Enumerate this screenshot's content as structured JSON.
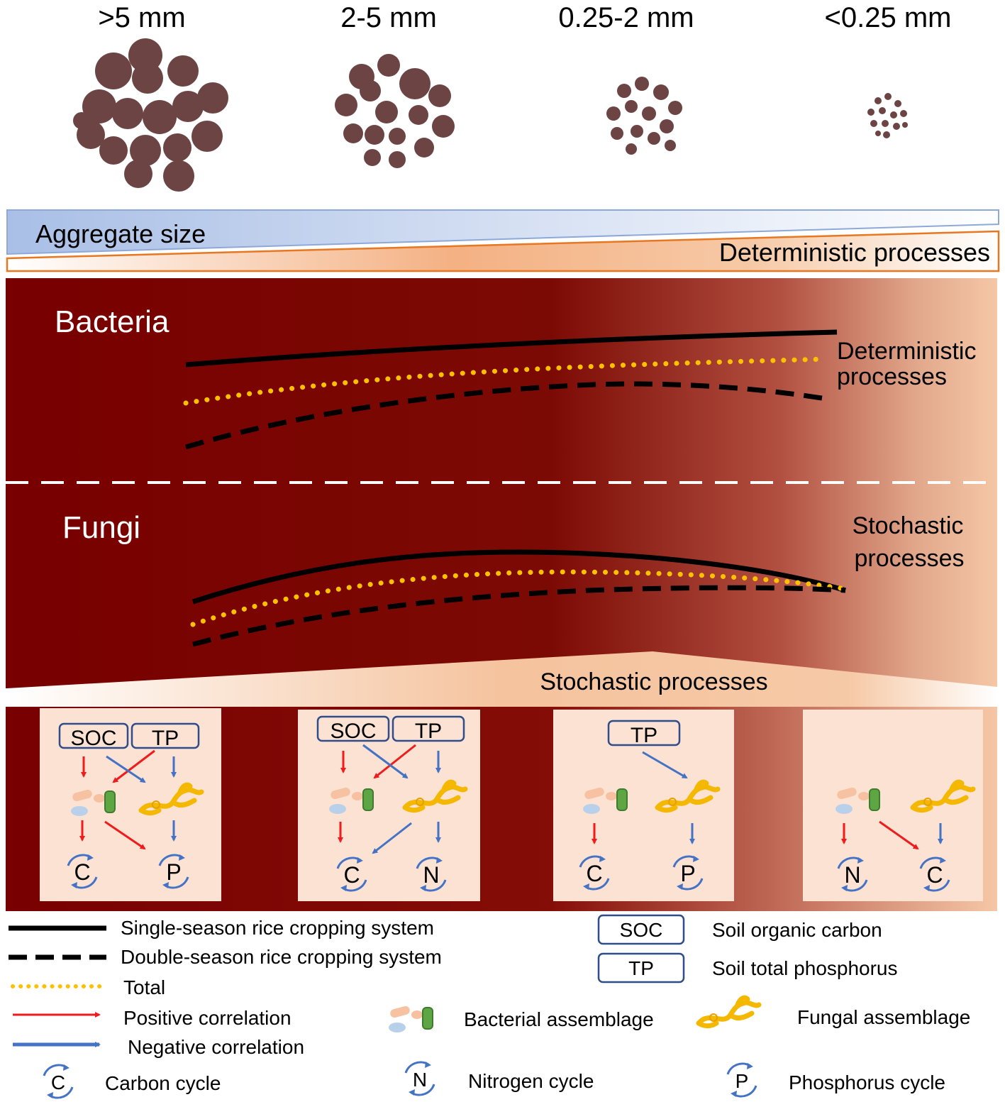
{
  "size_classes": [
    ">5 mm",
    "2-5 mm",
    "0.25-2 mm",
    "<0.25 mm"
  ],
  "bars": {
    "aggregate_size": "Aggregate size",
    "deterministic_top": "Deterministic processes",
    "stochastic_bottom": "Stochastic processes"
  },
  "bacteria": {
    "label": "Bacteria",
    "annotation_line1": "Deterministic",
    "annotation_line2": "processes"
  },
  "fungi": {
    "label": "Fungi",
    "annotation_line1": "Stochastic",
    "annotation_line2": "processes"
  },
  "panels": [
    {
      "boxes": [
        "SOC",
        "TP"
      ],
      "cycles": [
        "C",
        "P"
      ]
    },
    {
      "boxes": [
        "SOC",
        "TP"
      ],
      "cycles": [
        "C",
        "N"
      ]
    },
    {
      "boxes": [
        "TP"
      ],
      "cycles": [
        "C",
        "P"
      ]
    },
    {
      "boxes": [],
      "cycles": [
        "N",
        "C"
      ]
    }
  ],
  "legend": {
    "single_season": "Single-season rice cropping system",
    "double_season": "Double-season rice cropping system",
    "total": "Total",
    "positive": "Positive correlation",
    "negative": "Negative correlation",
    "soc_abbr": "SOC",
    "soc_full": "Soil organic carbon",
    "tp_abbr": "TP",
    "tp_full": "Soil total phosphorus",
    "bacterial": "Bacterial assemblage",
    "fungal": "Fungal assemblage",
    "c_letter": "C",
    "c_label": "Carbon cycle",
    "n_letter": "N",
    "n_label": "Nitrogen cycle",
    "p_letter": "P",
    "p_label": "Phosphorus cycle"
  },
  "colors": {
    "soil": "#6b4443",
    "dark_red": "#780000",
    "peach": "#f5c4a0",
    "orange_border": "#e87722",
    "blue_bar": "#a9bfe6",
    "positive": "#ee1c1c",
    "negative": "#4472c4",
    "total_dots": "#ffc000",
    "box_border": "#2f4d8a"
  }
}
